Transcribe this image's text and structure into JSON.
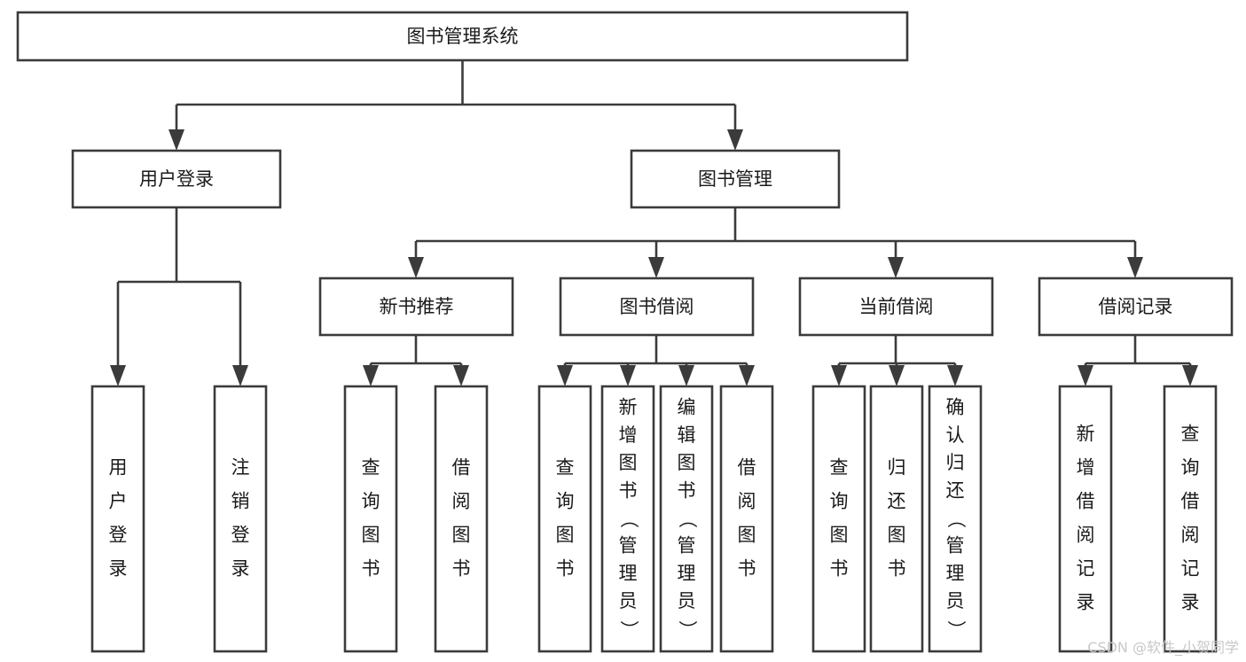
{
  "diagram": {
    "type": "tree",
    "title": "图书管理系统",
    "orientation": "top-down",
    "root": {
      "id": "root",
      "label": "图书管理系统"
    },
    "level2": [
      {
        "id": "user-login",
        "label": "用户登录"
      },
      {
        "id": "book-manage",
        "label": "图书管理"
      }
    ],
    "level3": [
      {
        "id": "new-book-recommend",
        "label": "新书推荐"
      },
      {
        "id": "book-borrow",
        "label": "图书借阅"
      },
      {
        "id": "current-borrow",
        "label": "当前借阅"
      },
      {
        "id": "borrow-record",
        "label": "借阅记录"
      }
    ],
    "leaves": {
      "user-login": [
        {
          "id": "leaf-user-login",
          "label": "用户登录"
        },
        {
          "id": "leaf-logout-login",
          "label": "注销登录"
        }
      ],
      "new-book-recommend": [
        {
          "id": "leaf-query-book-1",
          "label": "查询图书"
        },
        {
          "id": "leaf-borrow-book-1",
          "label": "借阅图书"
        }
      ],
      "book-borrow": [
        {
          "id": "leaf-query-book-2",
          "label": "查询图书"
        },
        {
          "id": "leaf-add-book",
          "label": "新增图书（管理员）"
        },
        {
          "id": "leaf-edit-book",
          "label": "编辑图书（管理员）"
        },
        {
          "id": "leaf-borrow-book-2",
          "label": "借阅图书"
        }
      ],
      "current-borrow": [
        {
          "id": "leaf-query-book-3",
          "label": "查询图书"
        },
        {
          "id": "leaf-return-book",
          "label": "归还图书"
        },
        {
          "id": "leaf-confirm-return",
          "label": "确认归还（管理员）"
        }
      ],
      "borrow-record": [
        {
          "id": "leaf-add-record",
          "label": "新增借阅记录"
        },
        {
          "id": "leaf-query-record",
          "label": "查询借阅记录"
        }
      ]
    }
  },
  "watermark": {
    "text": "CSDN @软件_小贺同学"
  },
  "colors": {
    "stroke": "#3b3b3b",
    "fill": "#ffffff",
    "text": "#1a1a1a",
    "watermark": "#c8c8c8"
  }
}
